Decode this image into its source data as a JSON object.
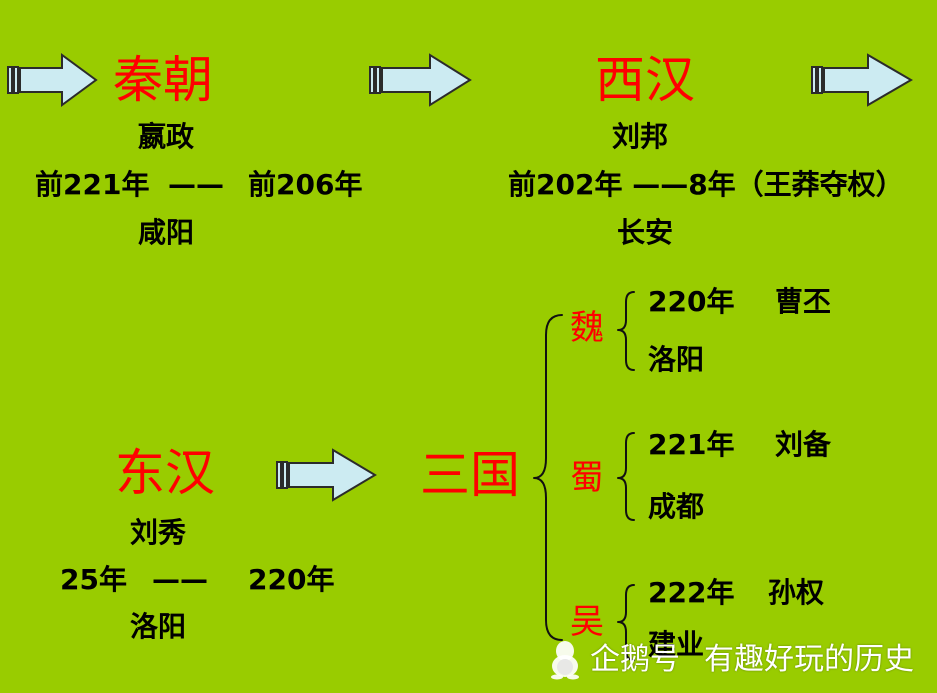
{
  "colors": {
    "background": "#99CC00",
    "title_red": "#FF0000",
    "text_black": "#000000",
    "arrow_fill": "#CCEBF2",
    "arrow_stroke": "#2B2B2B",
    "watermark": "#FFFFFF"
  },
  "icons": {
    "connector": "arrow-right-icon",
    "logo": "penguin-logo-icon"
  },
  "qin": {
    "title": "秦朝",
    "ruler": "嬴政",
    "start": "前221年",
    "dash": "——",
    "end": "前206年",
    "capital": "咸阳"
  },
  "western_han": {
    "title": "西汉",
    "ruler": "刘邦",
    "period": "前202年 ——8年（王莽夺权）",
    "capital": "长安"
  },
  "eastern_han": {
    "title": "东汉",
    "ruler": "刘秀",
    "start": "25年",
    "dash": "——",
    "end": "220年",
    "capital": "洛阳"
  },
  "three_kingdoms": {
    "title": "三国",
    "states": [
      {
        "name": "魏",
        "year": "220年",
        "ruler": "曹丕",
        "capital": "洛阳"
      },
      {
        "name": "蜀",
        "year": "221年",
        "ruler": "刘备",
        "capital": "成都"
      },
      {
        "name": "吴",
        "year": "222年",
        "ruler": "孙权",
        "capital": "建业"
      }
    ]
  },
  "watermark": {
    "platform": "企鹅号",
    "account": "有趣好玩的历史"
  }
}
